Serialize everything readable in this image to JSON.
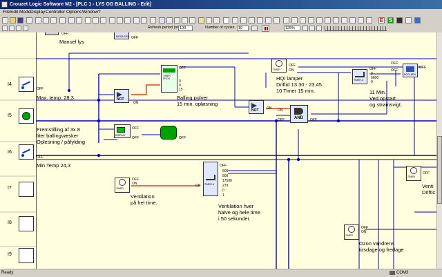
{
  "window": {
    "title": "Crouzet Logic Software M2 - [PLC 1 - LYS OG BALLING - Edit]"
  },
  "menu": {
    "items": [
      "File",
      "Edit",
      "Mode",
      "Display",
      "Controller",
      "Options",
      "Window",
      "?"
    ]
  },
  "toolbar2": {
    "refresh_label": "Refresh period (ms)",
    "refresh_value": "100",
    "cycles_label": "Number of cycles",
    "cycles_value": "10",
    "zoom_value": "125%"
  },
  "rows": {
    "i4": "I4",
    "i5": "I5",
    "i6": "I6",
    "i7": "I7",
    "i8": "I8",
    "i9": "I9"
  },
  "labels": {
    "manuel_lys": "Manuel lys",
    "max_temp": "Max. temp. 28,3",
    "fremstilling_1": "Fremstilling af 3x 8",
    "fremstilling_2": "liter ballingvæsker",
    "fremstilling_3": "Oplesning / påfylding",
    "min_temp": "Min Temp 24,3",
    "balling_1": "Balling pulver",
    "balling_2": "15 min. opløsning",
    "hqi_1": "HQI lamper",
    "hqi_2": "Driftid 13.30 - 23.45",
    "hqi_3": "10 Timer 15 min.",
    "min11_1": "11 Min.",
    "min11_2": "Ved opstart",
    "min11_3": "og strømsvigt.",
    "vent_1": "Ventilation",
    "vent_2": "på hel time.",
    "ventfh_1": "Ventilation hver",
    "ventfh_2": "halve og hele time",
    "ventfh_3": "i 50 sekunder.",
    "ozon_1": "Ozon vandrens",
    "ozon_2": "tirsdage og fredage",
    "venti_r": "Venti",
    "driftic_r": "Driftic"
  },
  "blocks": {
    "not": "NOT",
    "and": "AND",
    "timer": "TIMER",
    "display": "DISPLAY",
    "booleen": "BOOLEEN",
    "timer_prog": "TIMER PROG",
    "timer_a": "TIMER A",
    "on": "ON",
    "off": "OFF",
    "r": "R",
    "q": "Q"
  },
  "timer_values": [
    "500",
    "500",
    "17500",
    "279",
    "0",
    "1"
  ],
  "hqi_timer_values": [
    "0",
    "6600",
    "0"
  ],
  "balling_values": [
    "0",
    "0",
    "15"
  ],
  "status": {
    "ready": "Ready",
    "port": "COM3"
  },
  "colors": {
    "canvas": "#ffffe0",
    "wire": "#0000c0",
    "active_wire": "#d02000",
    "title": "#0a246a",
    "green": "#00a000"
  }
}
